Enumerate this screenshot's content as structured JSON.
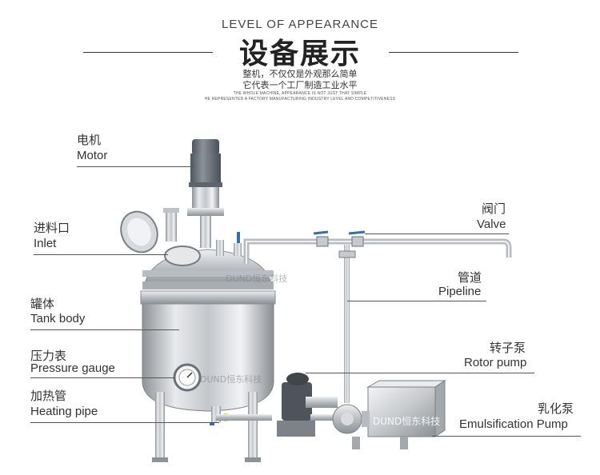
{
  "header": {
    "title_en": "LEVEL OF APPEARANCE",
    "title_cn": "设备展示",
    "subtitle_cn_1": "整机，不仅仅是外观那么简单",
    "subtitle_cn_2": "它代表一个工厂制造工业水平",
    "subtitle_en_1": "THE WHOLE MACHINE, APPEARANCE IS NOT JUST THAT SIMPLE",
    "subtitle_en_2": "HE REPRESENTED A FACTORY MANUFACTURING INDUSTRY LEVEL AND COMPETITIVENESS"
  },
  "labels": {
    "motor": {
      "cn": "电机",
      "en": "Motor"
    },
    "inlet": {
      "cn": "进料口",
      "en": "Inlet"
    },
    "tank_body": {
      "cn": "罐体",
      "en": "Tank body"
    },
    "pressure_gauge": {
      "cn": "压力表",
      "en": "Pressure gauge"
    },
    "heating_pipe": {
      "cn": "加热管",
      "en": "Heating pipe"
    },
    "valve": {
      "cn": "阀门",
      "en": "Valve"
    },
    "pipeline": {
      "cn": "管道",
      "en": "Pipeline"
    },
    "rotor_pump": {
      "cn": "转子泵",
      "en": "Rotor pump"
    },
    "emulsification_pump": {
      "cn": "乳化泵",
      "en": "Emulsification Pump"
    }
  },
  "watermarks": [
    "DUND恒东科技",
    "DUND恒东科技",
    "DUND恒东科技"
  ],
  "colors": {
    "steel": "#c9ccd0",
    "motor": "#6f7780",
    "valve_blue": "#2f6fb5",
    "valve_yellow": "#e2c231"
  }
}
